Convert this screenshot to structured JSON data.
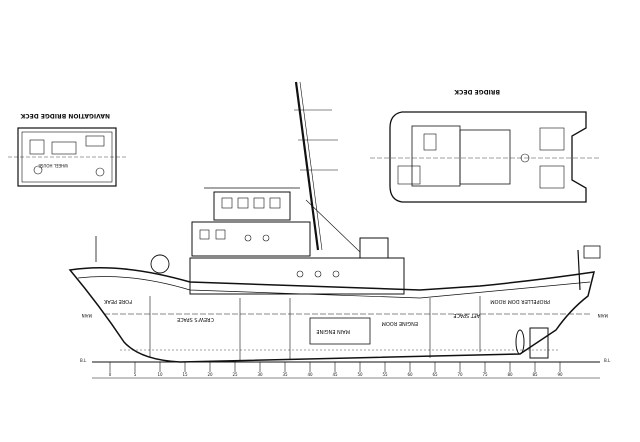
{
  "drawing": {
    "navigation_bridge_deck": {
      "title": "NAVIGATION BRIDGE DECK",
      "wheel_house": "WHEEL HOUSE"
    },
    "bridge_deck": {
      "title": "BRIDGE DECK"
    },
    "profile": {
      "fore_peak": "FORE PEAK",
      "crews_space": "CREW'S SPACE",
      "main_engine": "MAIN ENGINE",
      "engine_room": "ENGINE ROOM",
      "aft_space": "AFT SPACE",
      "propeller_dom_room": "PROPELLER DOM ROOM",
      "main_left": "MAIN",
      "main_right": "MAIN",
      "bl_left": "B.L",
      "bl_right": "B.L"
    },
    "frame_numbers": [
      "0",
      "5",
      "10",
      "15",
      "20",
      "25",
      "30",
      "35",
      "40",
      "45",
      "50",
      "55",
      "60",
      "65",
      "70",
      "75",
      "80",
      "85",
      "90"
    ]
  }
}
